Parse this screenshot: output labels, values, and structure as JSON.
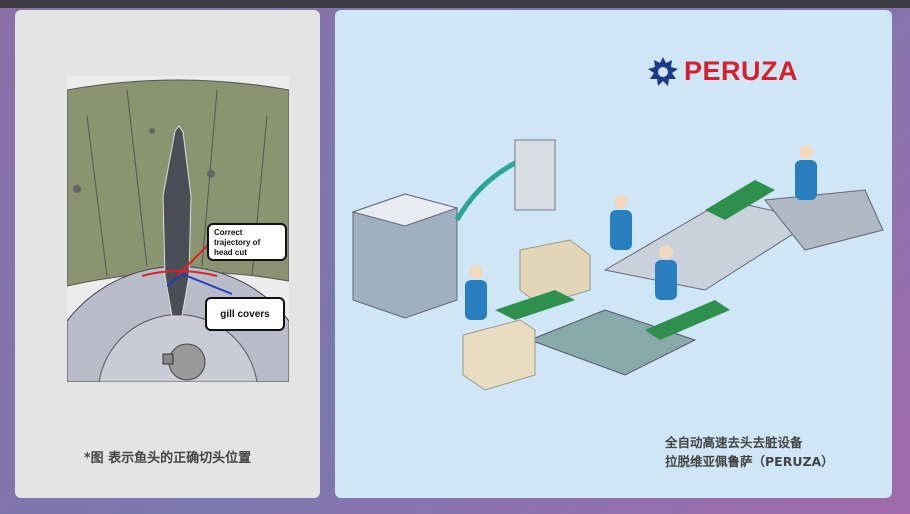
{
  "left_panel": {
    "callout_trajectory": "Correct trajectory of head cut",
    "callout_gills": "gill covers",
    "caption": "*图 表示鱼头的正确切头位置"
  },
  "right_panel": {
    "logo_text": "PERUZA",
    "caption_line1": "全自动高速去头去脏设备",
    "caption_line2": "拉脱维亚佩鲁萨（PERUZA）"
  },
  "colors": {
    "brand_red": "#d6202c",
    "brand_blue": "#1e3a8a"
  }
}
